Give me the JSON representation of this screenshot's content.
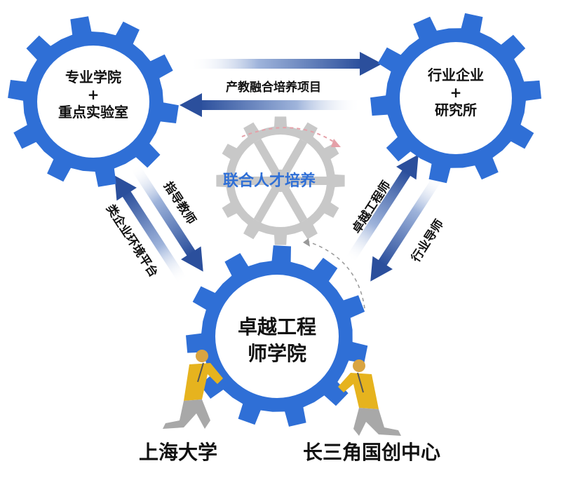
{
  "nodes": {
    "top_left": {
      "line1": "专业学院",
      "line2": "+",
      "line3": "重点实验室"
    },
    "top_right": {
      "line1": "行业企业",
      "line2": "+",
      "line3": "研究所"
    },
    "center": {
      "line1": "卓越工程",
      "line2": "师学院"
    }
  },
  "center_label": "联合人才培养",
  "arrows": {
    "top": "产教融合培养项目",
    "left_outer": "类企业环境平台",
    "left_inner": "指导教师",
    "right_inner": "卓越工程师",
    "right_outer": "行业导师"
  },
  "bottom": {
    "left": "上海大学",
    "right": "长三角国创中心"
  },
  "colors": {
    "gear_blue": "#2f6fd6",
    "arrow_dark": "#2b4f9c",
    "gray_gear": "#c8c8c8",
    "figure_yellow": "#e6b31e",
    "center_text": "#2f6fd6"
  }
}
